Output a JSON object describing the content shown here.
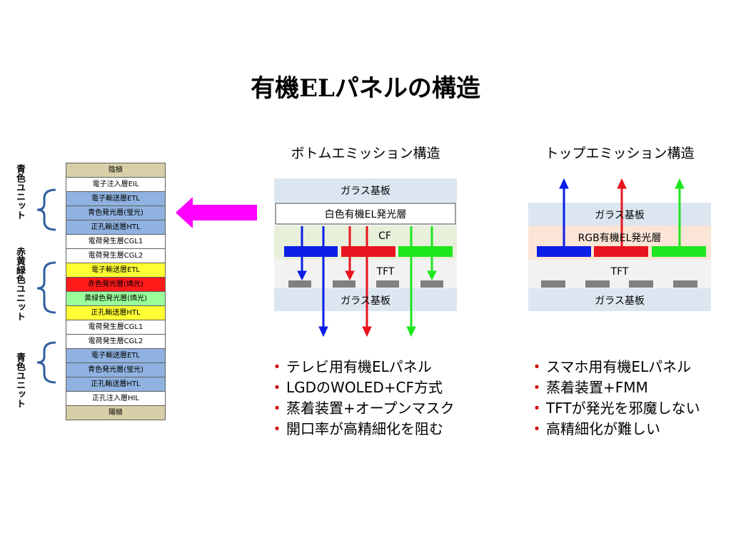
{
  "title": "有機ELパネルの構造",
  "layer_stack": [
    {
      "label": "陰極",
      "color": "#d8cfa8"
    },
    {
      "label": "電子注入層EIL",
      "color": "#ffffff"
    },
    {
      "label": "電子輸送層ETL",
      "color": "#8fb2e0"
    },
    {
      "label": "青色発光層(蛍光)",
      "color": "#8fb2e0"
    },
    {
      "label": "正孔輸送層HTL",
      "color": "#8fb2e0"
    },
    {
      "label": "電荷発生層CGL1",
      "color": "#ffffff"
    },
    {
      "label": "電荷発生層CGL2",
      "color": "#ffffff"
    },
    {
      "label": "電子輸送層ETL",
      "color": "#ffff33"
    },
    {
      "label": "赤色発光層(燐光)",
      "color": "#ff1a1a"
    },
    {
      "label": "黄緑色発光層(燐光)",
      "color": "#99ff99"
    },
    {
      "label": "正孔輸送層HTL",
      "color": "#ffff33"
    },
    {
      "label": "電荷発生層CGL1",
      "color": "#ffffff"
    },
    {
      "label": "電荷発生層CGL2",
      "color": "#ffffff"
    },
    {
      "label": "電子輸送層ETL",
      "color": "#8fb2e0"
    },
    {
      "label": "青色発光層(蛍光)",
      "color": "#8fb2e0"
    },
    {
      "label": "正孔輸送層HTL",
      "color": "#8fb2e0"
    },
    {
      "label": "正孔注入層HIL",
      "color": "#ffffff"
    },
    {
      "label": "陽極",
      "color": "#d8cfa8"
    }
  ],
  "unit_labels": {
    "blue_top": "青色ユニット",
    "ryg": "赤黄緑色ユニット",
    "blue_bottom": "青色ユニット"
  },
  "bottom_emission": {
    "title": "ボトムエミッション構造",
    "glass_top": "ガラス基板",
    "white_oled": "白色有機EL発光層",
    "cf": "CF",
    "tft": "TFT",
    "glass_bottom": "ガラス基板",
    "bullets": [
      "テレビ用有機ELパネル",
      "LGDのWOLED+CF方式",
      "蒸着装置+オープンマスク",
      "開口率が高精細化を阻む"
    ]
  },
  "top_emission": {
    "title": "トップエミッション構造",
    "glass_top": "ガラス基板",
    "rgb_oled": "RGB有機EL発光層",
    "tft": "TFT",
    "glass_bottom": "ガラス基板",
    "bullets": [
      "スマホ用有機ELパネル",
      "蒸着装置+FMM",
      "TFTが発光を邪魔しない",
      "高精細化が難しい"
    ]
  },
  "bullet_marker": "・",
  "colors": {
    "glass": "#dce6f1",
    "cf_band": "#e8f0dc",
    "tft_band": "#f2f2f2",
    "rgb_band": "#fbe5d6",
    "blue": "#0a1ee6",
    "red": "#e8141e",
    "green": "#1ee61e",
    "tft_block": "#808080",
    "pointer_arrow": "#ff00ff",
    "brace": "#2f5f9f"
  }
}
